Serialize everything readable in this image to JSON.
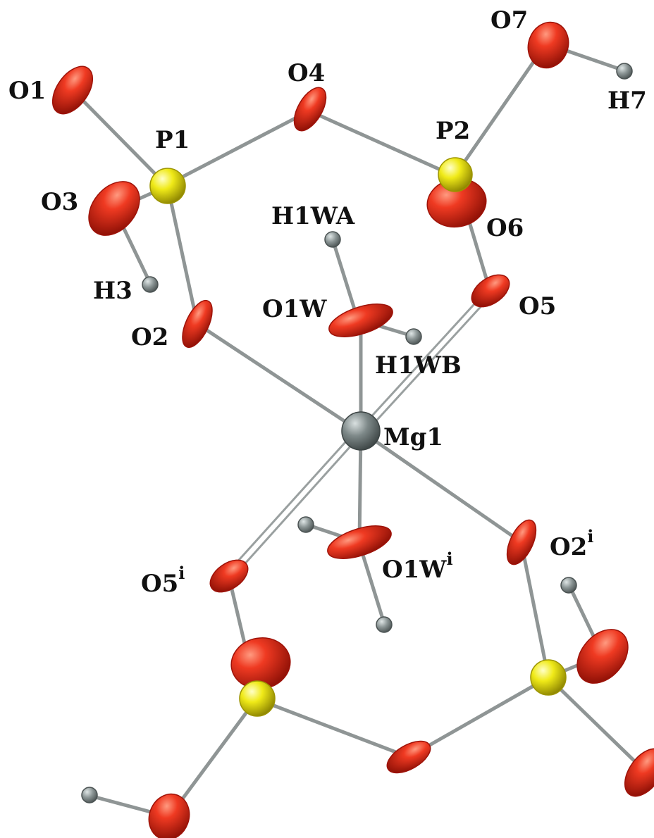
{
  "colors": {
    "oxygen": "#e8261a",
    "oxygen_dark": "#9e1208",
    "phosphorus": "#f2ee1c",
    "phosphorus_dark": "#9c9400",
    "magnesium": "#7f8a8a",
    "hydrogen": "#8a9393",
    "bond": "#8f9595",
    "label": "#111111"
  },
  "labels": {
    "O1": "O1",
    "P1": "P1",
    "O4": "O4",
    "P2": "P2",
    "O7": "O7",
    "H7": "H7",
    "O3": "O3",
    "H1WA": "H1WA",
    "O6": "O6",
    "H3": "H3",
    "O1W": "O1W",
    "O5": "O5",
    "O2": "O2",
    "H1WB": "H1WB",
    "Mg1": "Mg1",
    "O5i": {
      "base": "O5",
      "sup": "i"
    },
    "O1Wi": {
      "base": "O1W",
      "sup": "i"
    },
    "O2i": {
      "base": "O2",
      "sup": "i"
    }
  }
}
